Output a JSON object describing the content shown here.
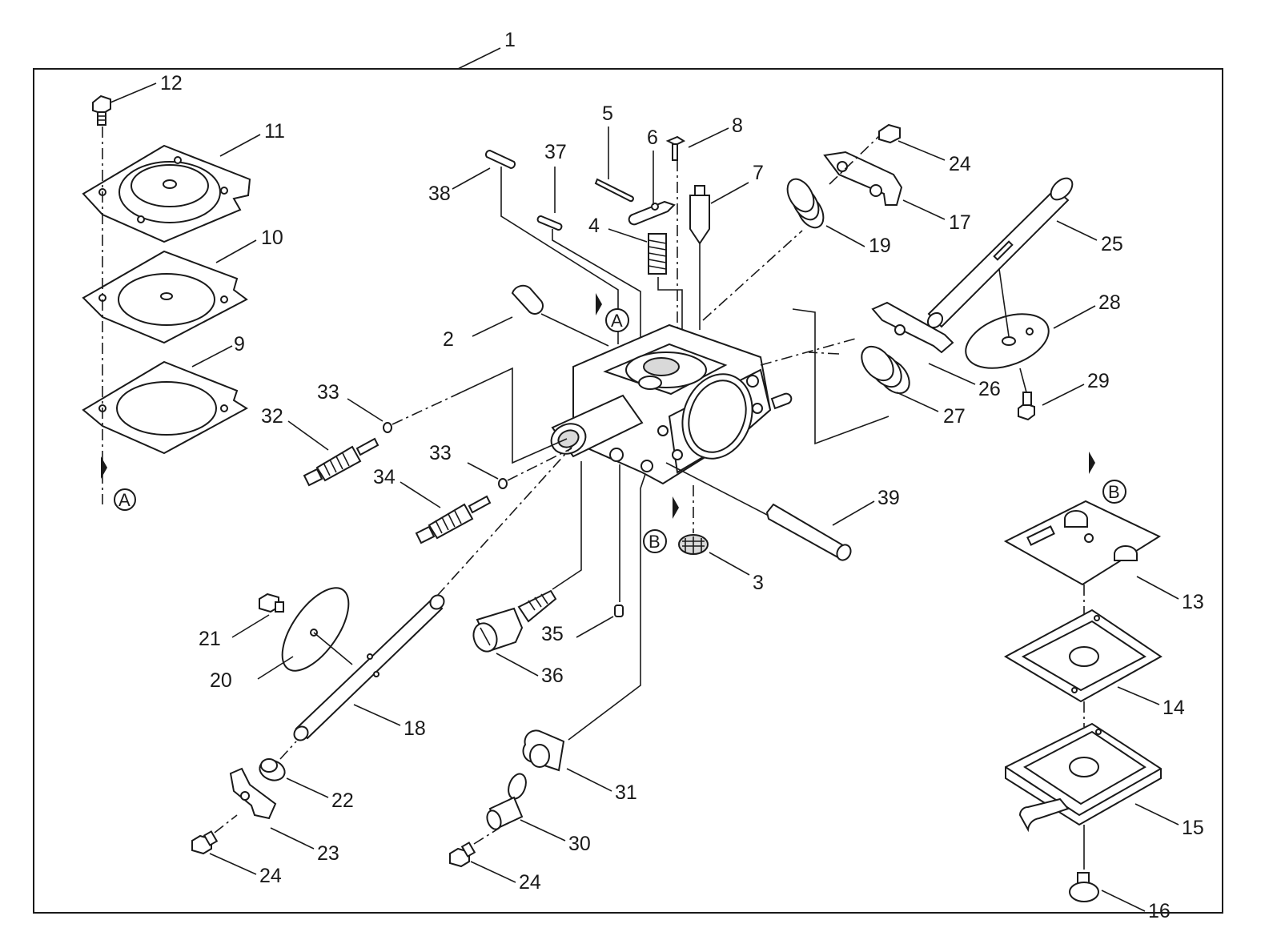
{
  "diagram": {
    "assembly_label": "1",
    "callouts": {
      "a_top": "A",
      "a_left": "A",
      "b_body": "B",
      "b_right": "B"
    },
    "labels": {
      "p2": "2",
      "p3": "3",
      "p4": "4",
      "p5": "5",
      "p6": "6",
      "p7": "7",
      "p8": "8",
      "p9": "9",
      "p10": "10",
      "p11": "11",
      "p12": "12",
      "p13": "13",
      "p14": "14",
      "p15": "15",
      "p16": "16",
      "p17": "17",
      "p18": "18",
      "p19": "19",
      "p20": "20",
      "p21": "21",
      "p22": "22",
      "p23": "23",
      "p24a": "24",
      "p24b": "24",
      "p24c": "24",
      "p25": "25",
      "p26": "26",
      "p27": "27",
      "p28": "28",
      "p29": "29",
      "p30": "30",
      "p31": "31",
      "p32": "32",
      "p33a": "33",
      "p33b": "33",
      "p34": "34",
      "p35": "35",
      "p36": "36",
      "p37": "37",
      "p38": "38",
      "p39": "39"
    }
  }
}
